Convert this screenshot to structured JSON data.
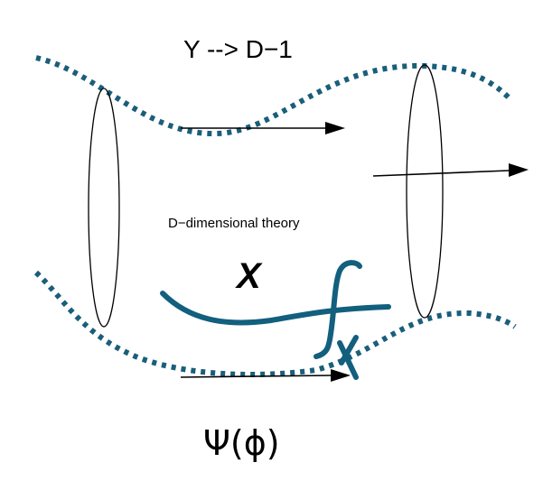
{
  "labels": {
    "map": "Y --> D−1",
    "theory": "D−dimensional theory",
    "cross": "X",
    "psi": "Ψ(ϕ)"
  },
  "colors": {
    "dotted_tube": "#1a5e7a",
    "scribble": "#125f7e",
    "outline": "#000000"
  }
}
